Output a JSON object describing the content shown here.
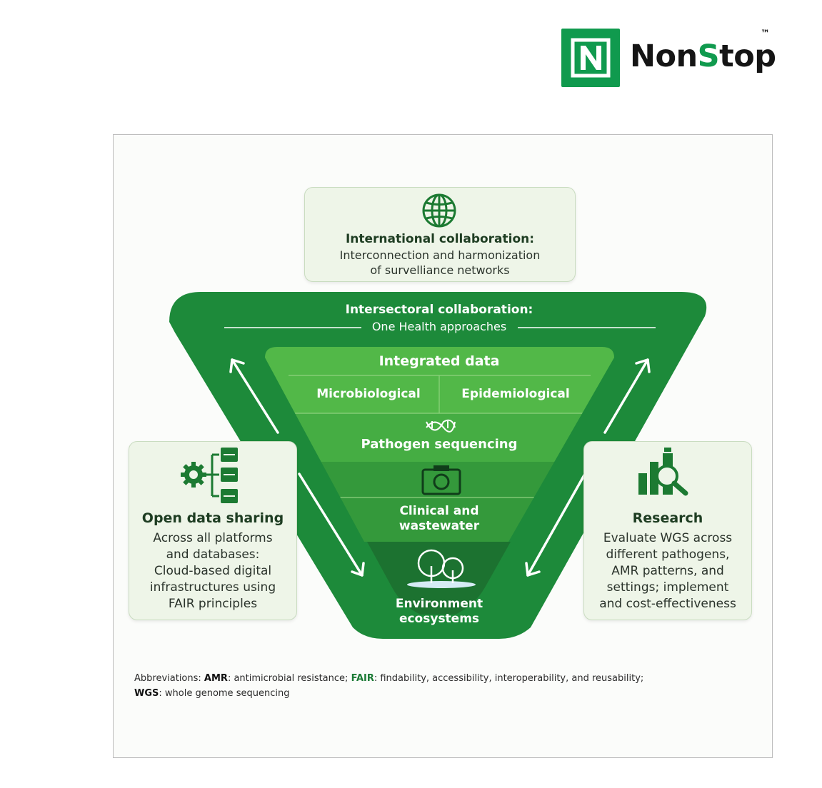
{
  "logo": {
    "brand_prefix": "Non",
    "brand_accent": "S",
    "brand_suffix": "top",
    "trademark": "™",
    "brand_color": "#109a4e"
  },
  "colors": {
    "outer_funnel": "#1d8a3a",
    "inner_funnel": "#52b848",
    "mid_band": "#3aa23e",
    "deep_band": "#2c8f37",
    "bottom_band": "#1f7a31",
    "card_bg": "#eef5e8"
  },
  "international": {
    "icon": "globe-icon",
    "title": "International collaboration:",
    "line1": "Interconnection and harmonization",
    "line2": "of survelliance networks"
  },
  "intersectoral": {
    "title": "Intersectoral collaboration:",
    "subtitle": "One Health approaches"
  },
  "funnel": {
    "integrated": "Integrated data",
    "microbiological": "Microbiological",
    "epidemiological": "Epidemiological",
    "sequencing_icon": "dna-icon",
    "sequencing": "Pathogen sequencing",
    "clinical_icon": "camera-icon",
    "clinical_line1": "Clinical and",
    "clinical_line2": "wastewater",
    "environment_icon": "trees-icon",
    "environment_line1": "Environment",
    "environment_line2": "ecosystems"
  },
  "open_data": {
    "icon": "gear-database-icon",
    "title": "Open data sharing",
    "lines": [
      "Across all platforms",
      "and databases:",
      "Cloud-based digital",
      "infrastructures using",
      "FAIR principles"
    ]
  },
  "research": {
    "icon": "chart-magnifier-icon",
    "title": "Research",
    "lines": [
      "Evaluate WGS across",
      "different pathogens,",
      "AMR patterns, and",
      "settings; implement",
      "and cost-effectiveness"
    ]
  },
  "abbreviations": {
    "prefix": "Abbreviations:",
    "amr_term": "AMR",
    "amr_def": ": antimicrobial resistance;",
    "fair_term": "FAIR",
    "fair_def": ": findability, accessibility, interoperability, and reusability;",
    "wgs_term": "WGS",
    "wgs_def": ": whole genome sequencing"
  }
}
